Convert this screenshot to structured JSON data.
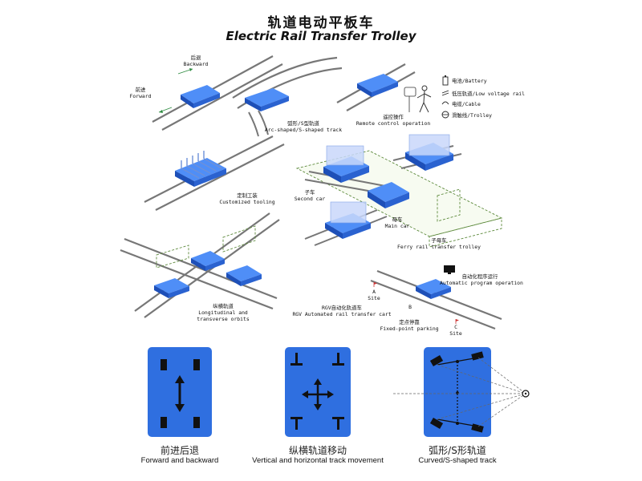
{
  "header": {
    "title_cn": "轨道电动平板车",
    "title_en": "Electric Rail Transfer Trolley"
  },
  "scenes": {
    "backward": {
      "cn": "后退",
      "en": "Backward"
    },
    "forward": {
      "cn": "前进",
      "en": "Forward"
    },
    "arc_track": {
      "cn": "弧形/S型轨道",
      "en": "Arc-shaped/S-shaped track"
    },
    "remote": {
      "cn": "遥控操作",
      "en": "Remote control operation"
    },
    "legend": [
      {
        "text": "电池/Battery",
        "icon": "battery-icon"
      },
      {
        "text": "低压轨道/Low voltage rail",
        "icon": "low-voltage-rail-icon"
      },
      {
        "text": "电缆/Cable",
        "icon": "cable-icon"
      },
      {
        "text": "滑触线/Trolley",
        "icon": "trolley-line-icon"
      }
    ],
    "tooling": {
      "cn": "定制工装",
      "en": "Customized tooling"
    },
    "second_car": {
      "cn": "子车",
      "en": "Second car"
    },
    "main_car": {
      "cn": "母车",
      "en": "Main car"
    },
    "ferry": {
      "cn": "子母车",
      "en": "Ferry rail transfer trolley"
    },
    "orbits": {
      "cn": "纵横轨道",
      "en1": "Longitudinal and",
      "en2": "transverse orbits"
    },
    "auto": {
      "cn": "自动化程序运行",
      "en": "Automatic program operation"
    },
    "rgv": {
      "cn": "RGV自动化轨道车",
      "en": "RGV Automated rail transfer cart"
    },
    "fixed": {
      "cn": "定点停靠",
      "en": "Fixed-point parking"
    },
    "sites": {
      "a": "A",
      "b": "B",
      "c": "C",
      "site": "Site"
    }
  },
  "bottom": [
    {
      "cn": "前进后退",
      "en": "Forward and backward",
      "icon": "forward-backward-arrow-icon"
    },
    {
      "cn": "纵横轨道移动",
      "en": "Vertical and horizontal track movement",
      "icon": "four-way-arrow-icon"
    },
    {
      "cn": "弧形/S形轨道",
      "en": "Curved/S-shaped track",
      "icon": "turning-center-icon"
    }
  ],
  "colors": {
    "cart_blue": "#2f6fe0",
    "cart_dark": "#1d4fb8",
    "rail": "#8a8a8a",
    "tooling": "#8fb0f0",
    "dash_green": "#5d8a3c"
  }
}
